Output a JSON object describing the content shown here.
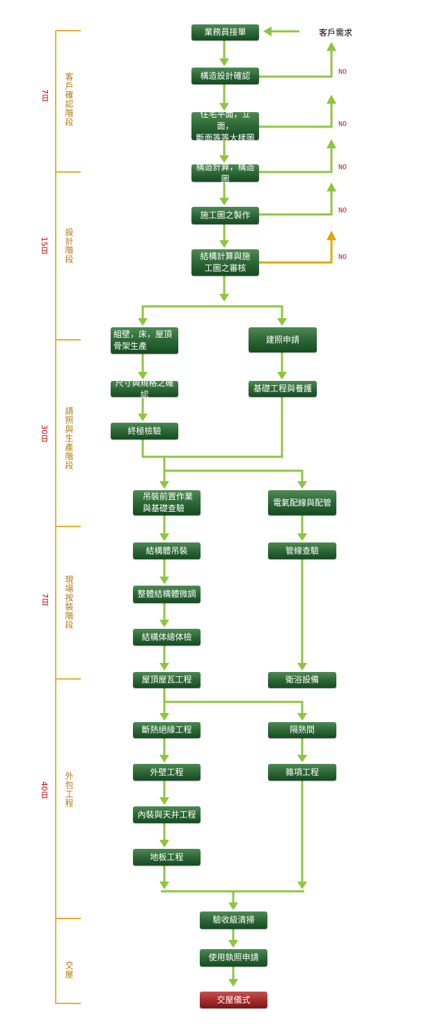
{
  "colors": {
    "arrow": "#8cc63f",
    "timeline": "#e0b030",
    "highlight_arrow": "#e0a800",
    "box": "#2a6a35",
    "final_box": "#a83030"
  },
  "customer": {
    "label": "客戶需求"
  },
  "stages": [
    {
      "label": "客戶確認階段",
      "days": "7日"
    },
    {
      "label": "設計階段",
      "days": "15日"
    },
    {
      "label": "請照與生產階段",
      "days": "30日"
    },
    {
      "label": "現場按裝階段",
      "days": "7日"
    },
    {
      "label": "外包工程",
      "days": "40日"
    },
    {
      "label": "交屋",
      "days": ""
    }
  ],
  "no_label": "NO",
  "steps": {
    "s1": "業務員接單",
    "s2": "構造設計確認",
    "s3": "住宅平面，立面，\n斷面等等大樣圖",
    "s4": "構造計算，構造圖",
    "s5": "施工圖之製作",
    "s6": "結構計算與施\n工圖之審核",
    "s7": "組壁，床，屋頂\n骨架生產",
    "s8": "建照申請",
    "s9": "尺寸與規格之確認",
    "s10": "基礎工程與養護",
    "s11": "終極檢驗",
    "s12": "吊裝前置作業\n與基礎查驗",
    "s13": "電氣配線與配管",
    "s14": "結構體吊裝",
    "s15": "管線查驗",
    "s16": "整體結構體微調",
    "s17": "結構体總体檢",
    "s18": "屋頂屋瓦工程",
    "s19": "衛浴設備",
    "s20": "斷熱絕緣工程",
    "s21": "隔熱間",
    "s22": "外壁工程",
    "s23": "雜項工程",
    "s24": "內裝與天井工程",
    "s25": "地板工程",
    "s26": "驗收級清掃",
    "s27": "使用執照申請",
    "s28": "交屋儀式"
  }
}
